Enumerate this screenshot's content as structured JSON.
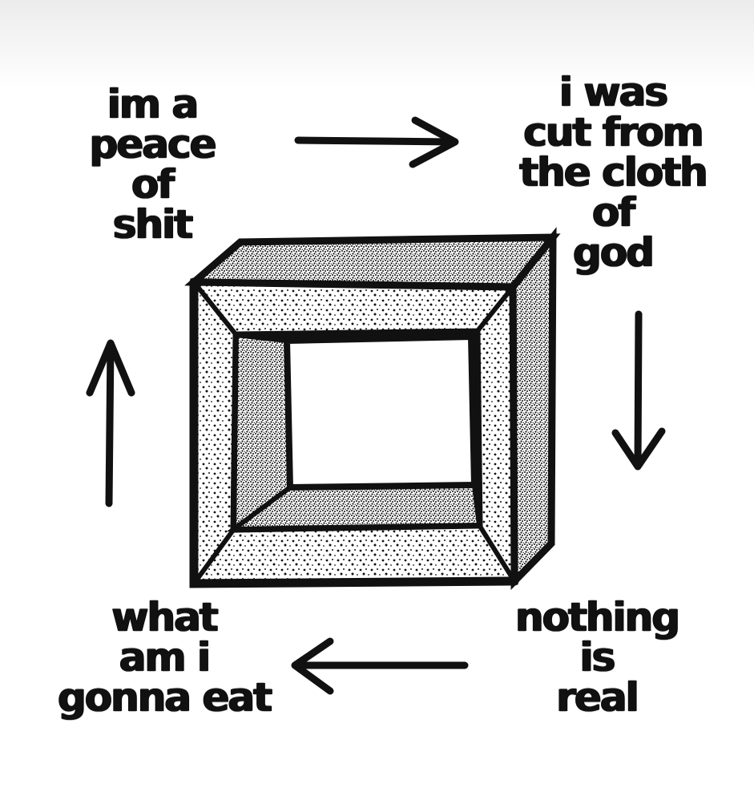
{
  "captions": {
    "top_left": "im a\npeace\nof\nshit",
    "top_right": "i was\ncut from\nthe cloth\nof\ngod",
    "bottom_right": "nothing\nis\nreal",
    "bottom_left": "what\nam i\ngonna eat"
  },
  "arrows": [
    {
      "from": "top_left",
      "to": "top_right",
      "direction": "right"
    },
    {
      "from": "top_right",
      "to": "bottom_right",
      "direction": "down"
    },
    {
      "from": "bottom_right",
      "to": "bottom_left",
      "direction": "left"
    },
    {
      "from": "bottom_left",
      "to": "top_left",
      "direction": "up"
    }
  ],
  "figure": {
    "name": "impossible-frame",
    "ink_color": "#111111",
    "paper_color": "#ffffff"
  }
}
